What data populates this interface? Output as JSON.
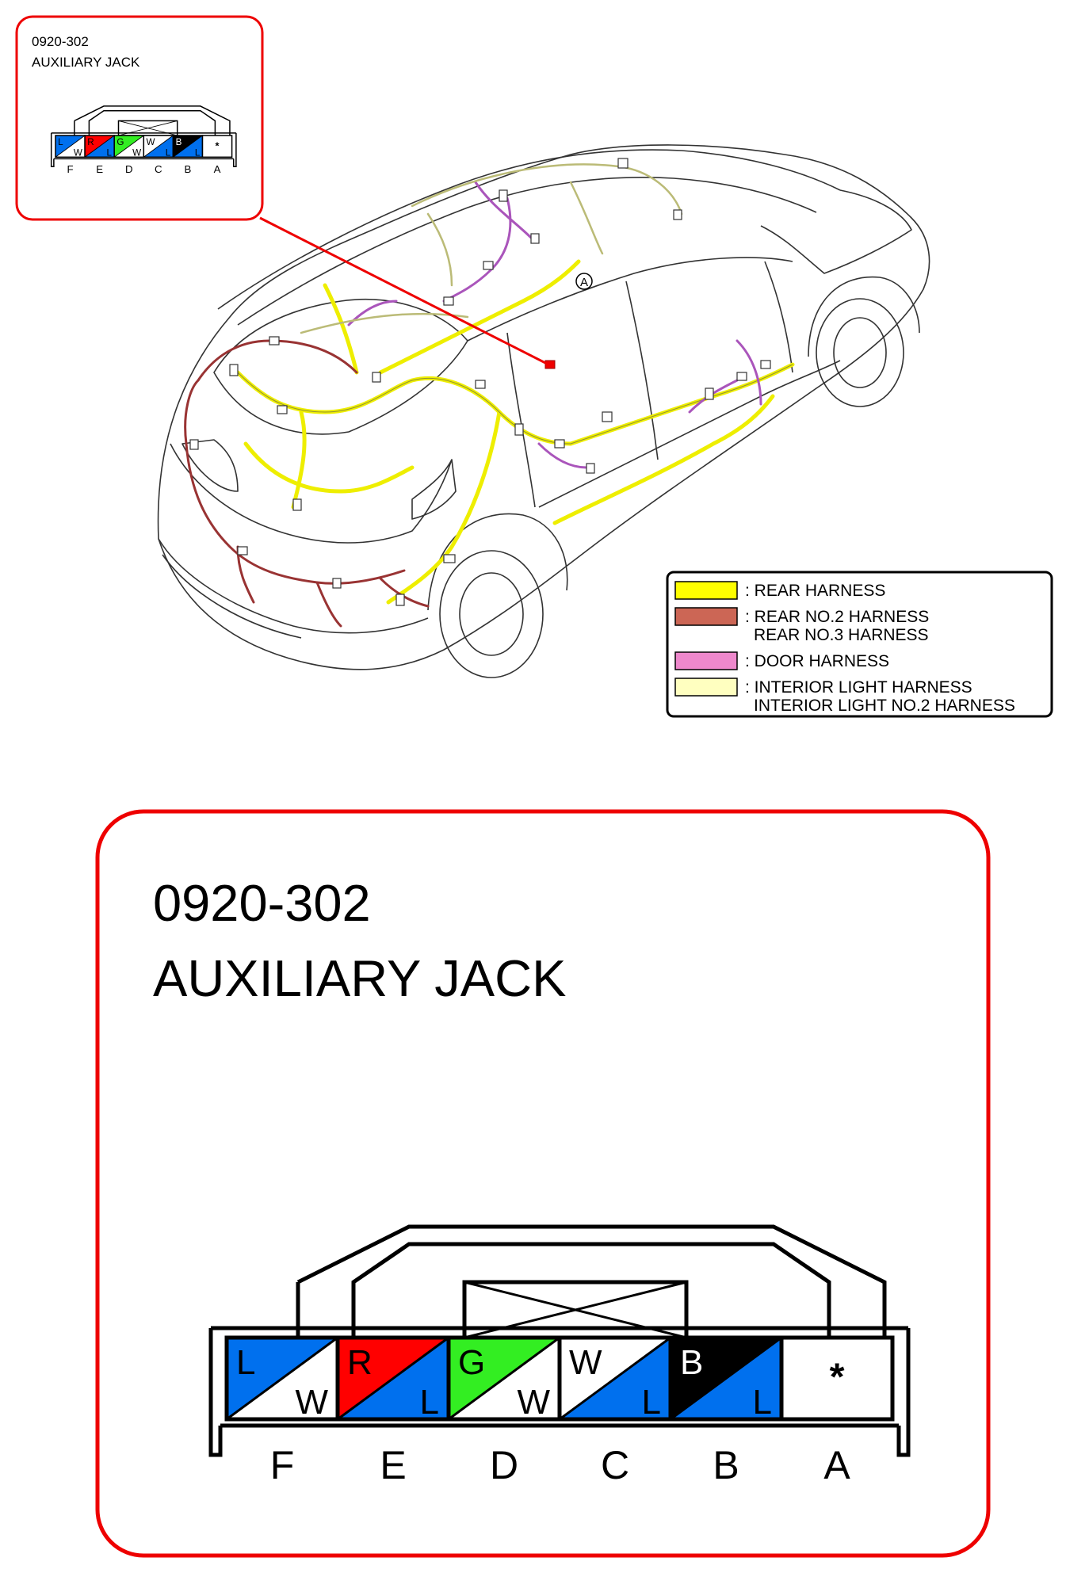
{
  "connector": {
    "code": "0920-302",
    "name": "AUXILIARY JACK",
    "pins": [
      {
        "letter": "F",
        "top": "L",
        "bottom": "W",
        "top_color": "#0070ee",
        "bottom_color": "#ffffff",
        "top_text": "#000000",
        "bottom_text": "#000000"
      },
      {
        "letter": "E",
        "top": "R",
        "bottom": "L",
        "top_color": "#ff0000",
        "bottom_color": "#0070ee",
        "top_text": "#000000",
        "bottom_text": "#000000"
      },
      {
        "letter": "D",
        "top": "G",
        "bottom": "W",
        "top_color": "#33ee22",
        "bottom_color": "#ffffff",
        "top_text": "#000000",
        "bottom_text": "#000000"
      },
      {
        "letter": "C",
        "top": "W",
        "bottom": "L",
        "top_color": "#ffffff",
        "bottom_color": "#0070ee",
        "top_text": "#000000",
        "bottom_text": "#000000"
      },
      {
        "letter": "B",
        "top": "B",
        "bottom": "L",
        "top_color": "#000000",
        "bottom_color": "#0070ee",
        "top_text": "#ffffff",
        "bottom_text": "#000000"
      },
      {
        "letter": "A",
        "top": "*",
        "bottom": "",
        "top_color": "#ffffff",
        "bottom_color": "#ffffff",
        "top_text": "#000000",
        "bottom_text": "#000000"
      }
    ]
  },
  "car_marker": "A",
  "legend": [
    {
      "color": "#ffff00",
      "lines": [
        ": REAR HARNESS"
      ]
    },
    {
      "color": "#cc6655",
      "lines": [
        ": REAR NO.2 HARNESS",
        "REAR NO.3 HARNESS"
      ]
    },
    {
      "color": "#ee88cc",
      "lines": [
        ": DOOR HARNESS"
      ]
    },
    {
      "color": "#ffffc0",
      "lines": [
        ": INTERIOR LIGHT HARNESS",
        "INTERIOR LIGHT NO.2 HARNESS"
      ]
    }
  ],
  "colors": {
    "callout_border": "#ee0000",
    "rear_harness": "#eeee00",
    "rear_no2_harness": "#993333",
    "door_harness": "#aa55bb",
    "interior_light_harness": "#cccc88"
  }
}
